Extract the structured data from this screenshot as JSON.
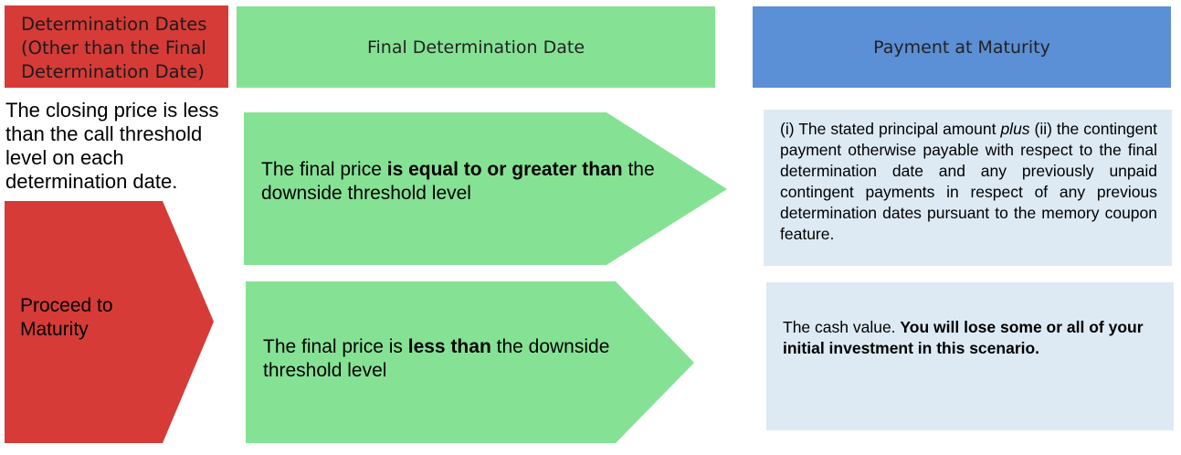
{
  "headers": {
    "determination_dates": {
      "line1": "Determination Dates",
      "line2": "(Other than the Final",
      "line3": "Determination Date)"
    },
    "final_determination_date": "Final Determination Date",
    "payment_at_maturity": "Payment at Maturity"
  },
  "closing_condition": "The closing price is less than the call threshold level on each determination date.",
  "proceed": {
    "line1": "Proceed to",
    "line2": "Maturity"
  },
  "scenario_greater": {
    "prefix": "The final price ",
    "bold": "is equal to or greater than",
    "suffix": " the downside threshold level"
  },
  "scenario_less": {
    "prefix": "The final price is ",
    "bold": "less than",
    "suffix": " the downside threshold level"
  },
  "payment_greater": {
    "part1": "(i) The stated principal amount ",
    "italic": "plus",
    "part2": " (ii) the contingent payment otherwise payable with respect to the final determination date and any previously unpaid contingent payments in respect of any previous determination dates pursuant to the memory coupon feature."
  },
  "payment_less": {
    "plain": "The cash value. ",
    "bold": "You will lose some or all of your initial investment in this scenario."
  },
  "colors": {
    "red": "#d63b37",
    "green": "#85e294",
    "blue": "#5b8fd6",
    "light_blue": "#ddeaf4"
  }
}
